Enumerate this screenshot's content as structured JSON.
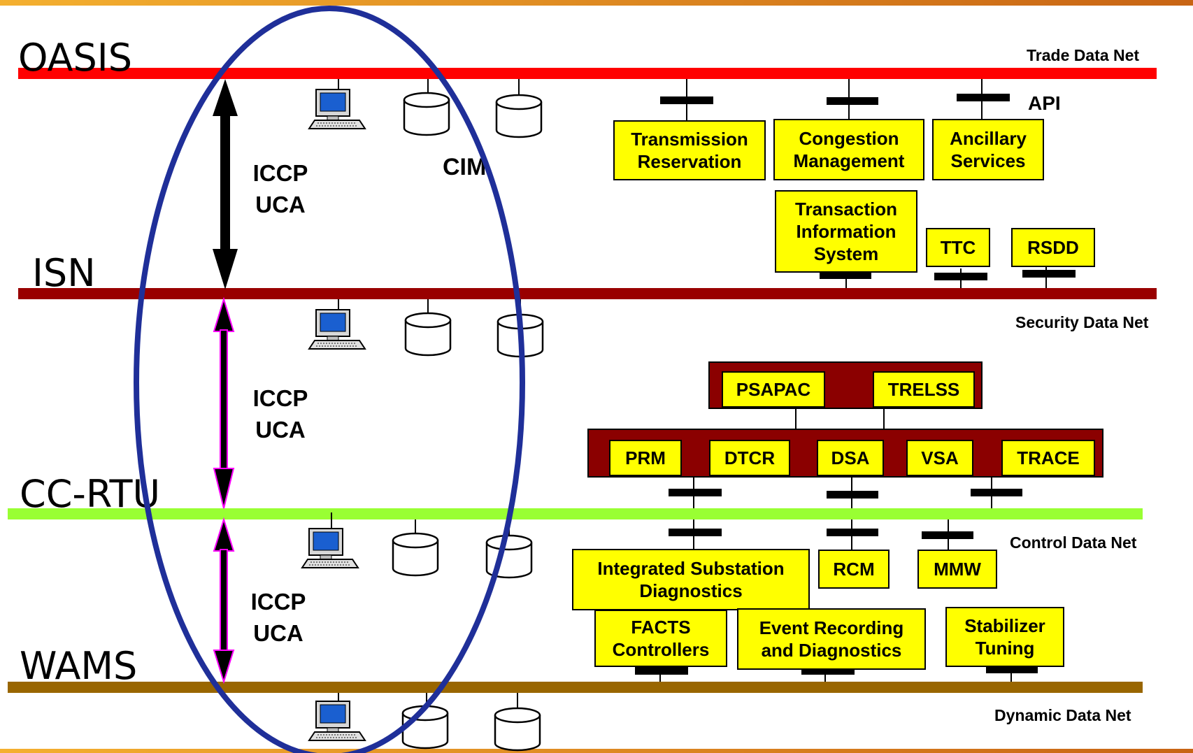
{
  "networks": {
    "oasis": "OASIS",
    "isn": "ISN",
    "ccrtu": "CC-RTU",
    "wams": "WAMS"
  },
  "net_labels": {
    "trade": "Trade Data Net",
    "security": "Security Data Net",
    "control": "Control Data Net",
    "dynamic": "Dynamic Data Net"
  },
  "protocols": [
    {
      "line1": "ICCP",
      "line2": "UCA"
    },
    {
      "line1": "ICCP",
      "line2": "UCA"
    },
    {
      "line1": "ICCP",
      "line2": "UCA"
    }
  ],
  "cim_label": "CIM",
  "api_label": "API",
  "apps": {
    "transmission_reservation": "Transmission\nReservation",
    "congestion_management": "Congestion\nManagement",
    "ancillary_services": "Ancillary\nServices",
    "transaction_info_system": "Transaction\nInformation\nSystem",
    "ttc": "TTC",
    "rsdd": "RSDD",
    "psapac": "PSAPAC",
    "trelss": "TRELSS",
    "prm": "PRM",
    "dtcr": "DTCR",
    "dsa": "DSA",
    "vsa": "VSA",
    "trace": "TRACE",
    "integrated_substation_diagnostics": "Integrated Substation\nDiagnostics",
    "rcm": "RCM",
    "mmw": "MMW",
    "facts_controllers": "FACTS\nControllers",
    "event_recording": "Event Recording\nand Diagnostics",
    "stabilizer_tuning": "Stabilizer\nTuning"
  },
  "colors": {
    "trade_net": "#ff0000",
    "security_net": "#990000",
    "control_net": "#99ff33",
    "dynamic_net": "#996600",
    "app_box": "#ffff00",
    "app_group": "#8b0000",
    "ellipse": "#1f2f99",
    "isn_arrow": "#000000",
    "lower_arrow_outline": "#ff00ff",
    "page_border": "#f0a020"
  }
}
